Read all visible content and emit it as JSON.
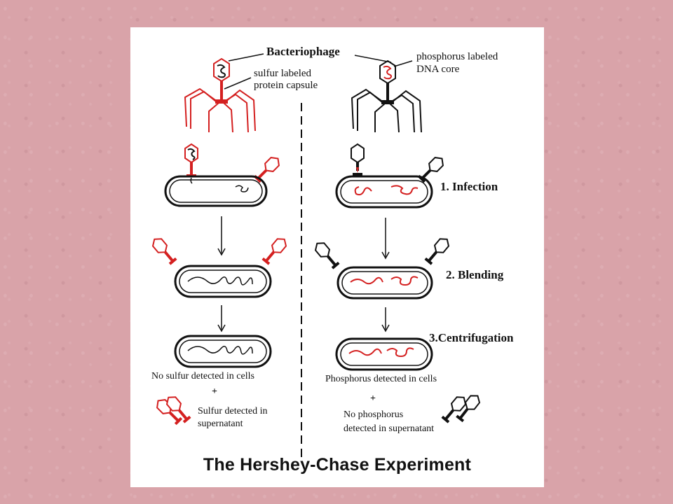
{
  "diagram": {
    "title": "The Hershey-Chase Experiment",
    "colors": {
      "sulfur_label": "#d42020",
      "phosphorus_label": "#d42020",
      "outline": "#111111",
      "background": "#d9a3a9",
      "panel": "#ffffff"
    },
    "labels": {
      "bacteriophage": "Bacteriophage",
      "sulfur_line1": "sulfur labeled",
      "sulfur_line2": "protein capsule",
      "phos_line1": "phosphorus labeled",
      "phos_line2": "DNA core"
    },
    "steps": [
      {
        "label": "1. Infection"
      },
      {
        "label": "2. Blending"
      },
      {
        "label": "3.Centrifugation"
      }
    ],
    "left_result": {
      "cells": "No sulfur detected in cells",
      "plus": "+",
      "super_line1": "Sulfur detected in",
      "super_line2": "supernatant"
    },
    "right_result": {
      "cells": "Phosphorus detected in cells",
      "plus": "+",
      "super_line1": "No phosphorus",
      "super_line2": "detected in supernatant"
    }
  }
}
